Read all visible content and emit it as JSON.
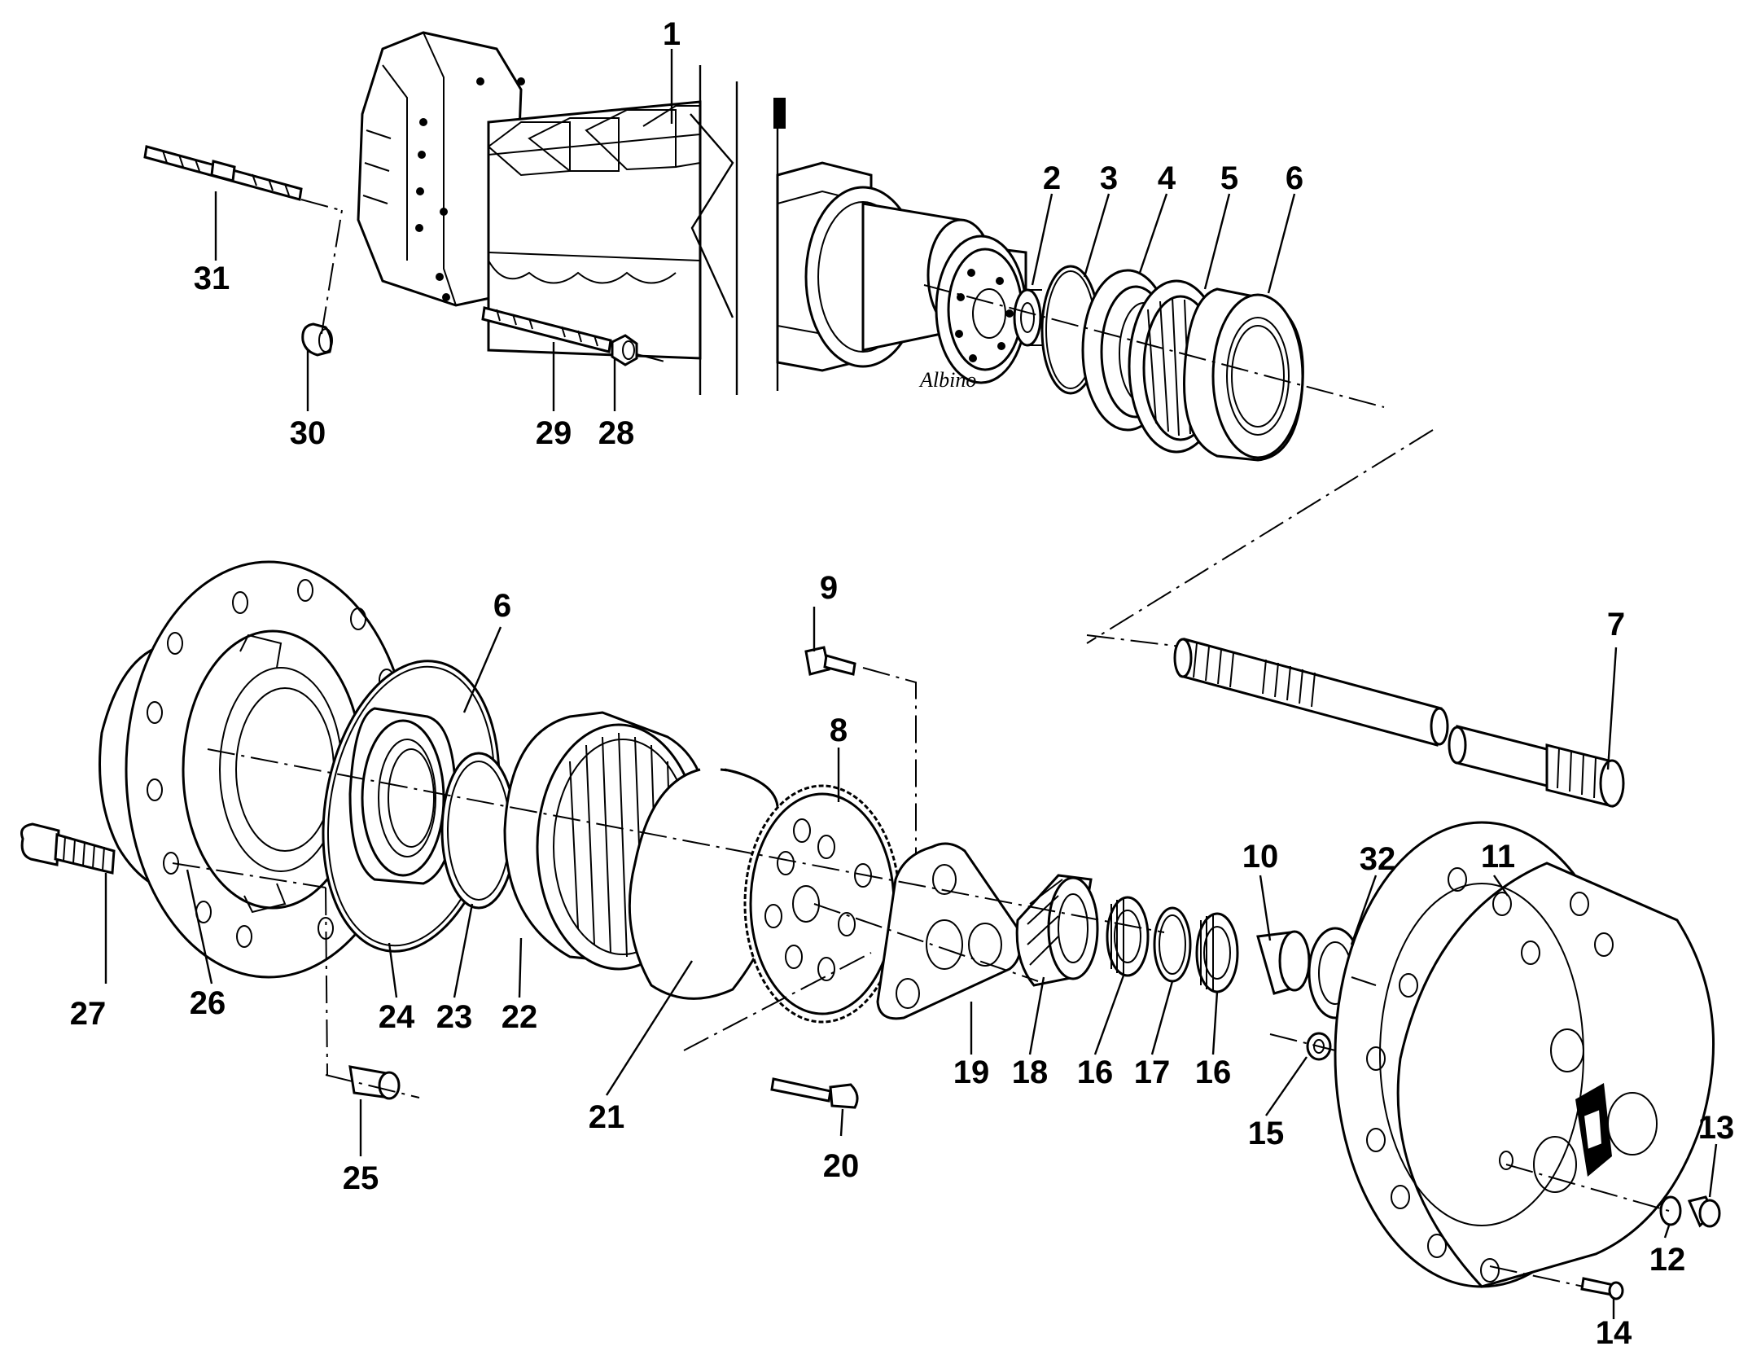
{
  "callouts": [
    {
      "id": "c1",
      "label": "1"
    },
    {
      "id": "c2",
      "label": "2"
    },
    {
      "id": "c3",
      "label": "3"
    },
    {
      "id": "c4",
      "label": "4"
    },
    {
      "id": "c5",
      "label": "5"
    },
    {
      "id": "c6a",
      "label": "6"
    },
    {
      "id": "c6b",
      "label": "6"
    },
    {
      "id": "c7",
      "label": "7"
    },
    {
      "id": "c8",
      "label": "8"
    },
    {
      "id": "c9",
      "label": "9"
    },
    {
      "id": "c10",
      "label": "10"
    },
    {
      "id": "c11",
      "label": "11"
    },
    {
      "id": "c12",
      "label": "12"
    },
    {
      "id": "c13",
      "label": "13"
    },
    {
      "id": "c14",
      "label": "14"
    },
    {
      "id": "c15",
      "label": "15"
    },
    {
      "id": "c16a",
      "label": "16"
    },
    {
      "id": "c16b",
      "label": "16"
    },
    {
      "id": "c17",
      "label": "17"
    },
    {
      "id": "c18",
      "label": "18"
    },
    {
      "id": "c19",
      "label": "19"
    },
    {
      "id": "c20",
      "label": "20"
    },
    {
      "id": "c21",
      "label": "21"
    },
    {
      "id": "c22",
      "label": "22"
    },
    {
      "id": "c23",
      "label": "23"
    },
    {
      "id": "c24",
      "label": "24"
    },
    {
      "id": "c25",
      "label": "25"
    },
    {
      "id": "c26",
      "label": "26"
    },
    {
      "id": "c27",
      "label": "27"
    },
    {
      "id": "c28",
      "label": "28"
    },
    {
      "id": "c29",
      "label": "29"
    },
    {
      "id": "c30",
      "label": "30"
    },
    {
      "id": "c31",
      "label": "31"
    },
    {
      "id": "c32",
      "label": "32"
    }
  ],
  "signature": "Albino"
}
